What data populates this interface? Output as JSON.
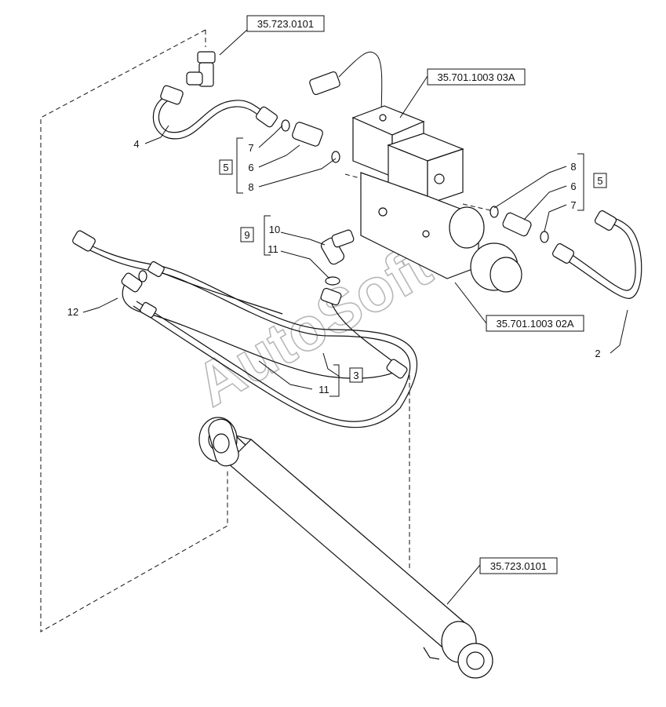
{
  "references": {
    "ref_top": "35.723.0101",
    "ref_valve_a": "35.701.1003 03A",
    "ref_valve_b": "35.701.1003 02A",
    "ref_bottom": "35.723.0101"
  },
  "callouts": {
    "c4": "4",
    "c7_left": "7",
    "c6_left": "6",
    "c8_left": "8",
    "c5_left": "5",
    "c9": "9",
    "c10": "10",
    "c11_a": "11",
    "c12": "12",
    "c3": "3",
    "c11_b": "11",
    "c8_right": "8",
    "c6_right": "6",
    "c7_right": "7",
    "c5_right": "5",
    "c2": "2"
  },
  "watermark": "AutoSoft"
}
